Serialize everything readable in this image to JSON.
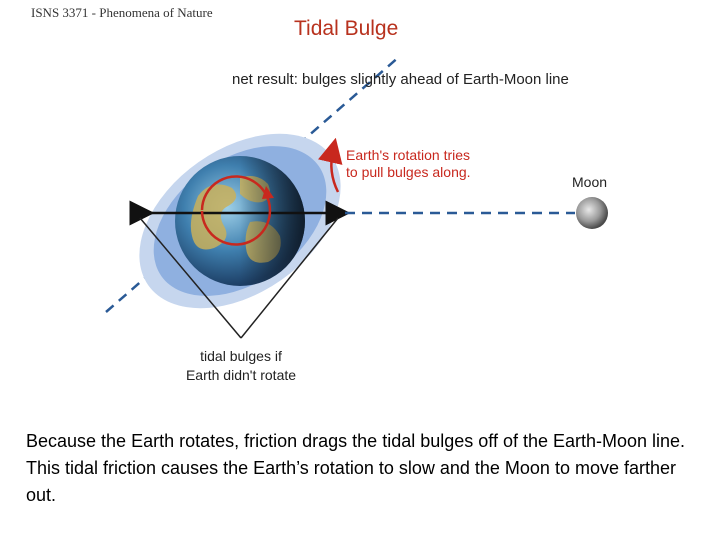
{
  "header": {
    "course": "ISNS 3371 - Phenomena of Nature",
    "title": "Tidal Bulge"
  },
  "diagram": {
    "net_result": "net result: bulges slightly ahead of Earth-Moon line",
    "rotation_note_line1": "Earth's rotation tries",
    "rotation_note_line2": "to pull bulges along.",
    "moon_label": "Moon",
    "no_rotation_line1": "tidal bulges if",
    "no_rotation_line2": "Earth didn't rotate",
    "colors": {
      "accent_red": "#c8281e",
      "ocean_blue": "#6f9ad6",
      "bulge_light": "#c6d6ee",
      "line_dash": "#2a5a96"
    }
  },
  "caption": "Because the Earth rotates, friction drags the tidal bulges off of the Earth-Moon line. This tidal friction causes the Earth’s rotation to slow and the Moon to move farther out."
}
